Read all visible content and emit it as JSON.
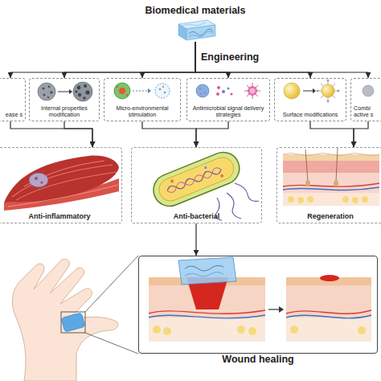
{
  "diagram": {
    "nodes": [
      {
        "text": [
          "Biomedical materials"
        ]
      },
      {
        "text": [
          "ease s"
        ]
      },
      {
        "text": [
          "Internal properties modification"
        ]
      },
      {
        "text": [
          "Micro-environmental stimulation"
        ]
      },
      {
        "text": [
          "Antimicrobial signal delivery strategies"
        ]
      },
      {
        "text": [
          "Surface modifications"
        ]
      },
      {
        "text": [
          "Combi active s"
        ]
      },
      {
        "text": [
          "Anti-inflammatory"
        ]
      },
      {
        "text": [
          "Anti-bacterial"
        ]
      },
      {
        "text": [
          "Regeneration"
        ]
      },
      {
        "text": [
          "Wound healing"
        ]
      }
    ],
    "edges": [
      {
        "from": 0,
        "to": 1,
        "arrow": "to"
      },
      {
        "from": 0,
        "to": 2,
        "arrow": "to"
      },
      {
        "from": 0,
        "to": 3,
        "arrow": "to"
      },
      {
        "from": 0,
        "to": 4,
        "arrow": "to"
      },
      {
        "from": 0,
        "to": 5,
        "arrow": "to"
      },
      {
        "from": 0,
        "to": 6,
        "arrow": "to"
      },
      {
        "from": 1,
        "to": 7,
        "arrow": "to"
      },
      {
        "from": 2,
        "to": 7,
        "arrow": "to"
      },
      {
        "from": 3,
        "to": 8,
        "arrow": "to"
      },
      {
        "from": 4,
        "to": 8,
        "arrow": "to"
      },
      {
        "from": 5,
        "to": 9,
        "arrow": "to"
      },
      {
        "from": 6,
        "to": 9,
        "arrow": "to"
      },
      {
        "from": 8,
        "to": 10,
        "arrow": "to"
      }
    ],
    "labels": [
      "Engineering"
    ]
  }
}
